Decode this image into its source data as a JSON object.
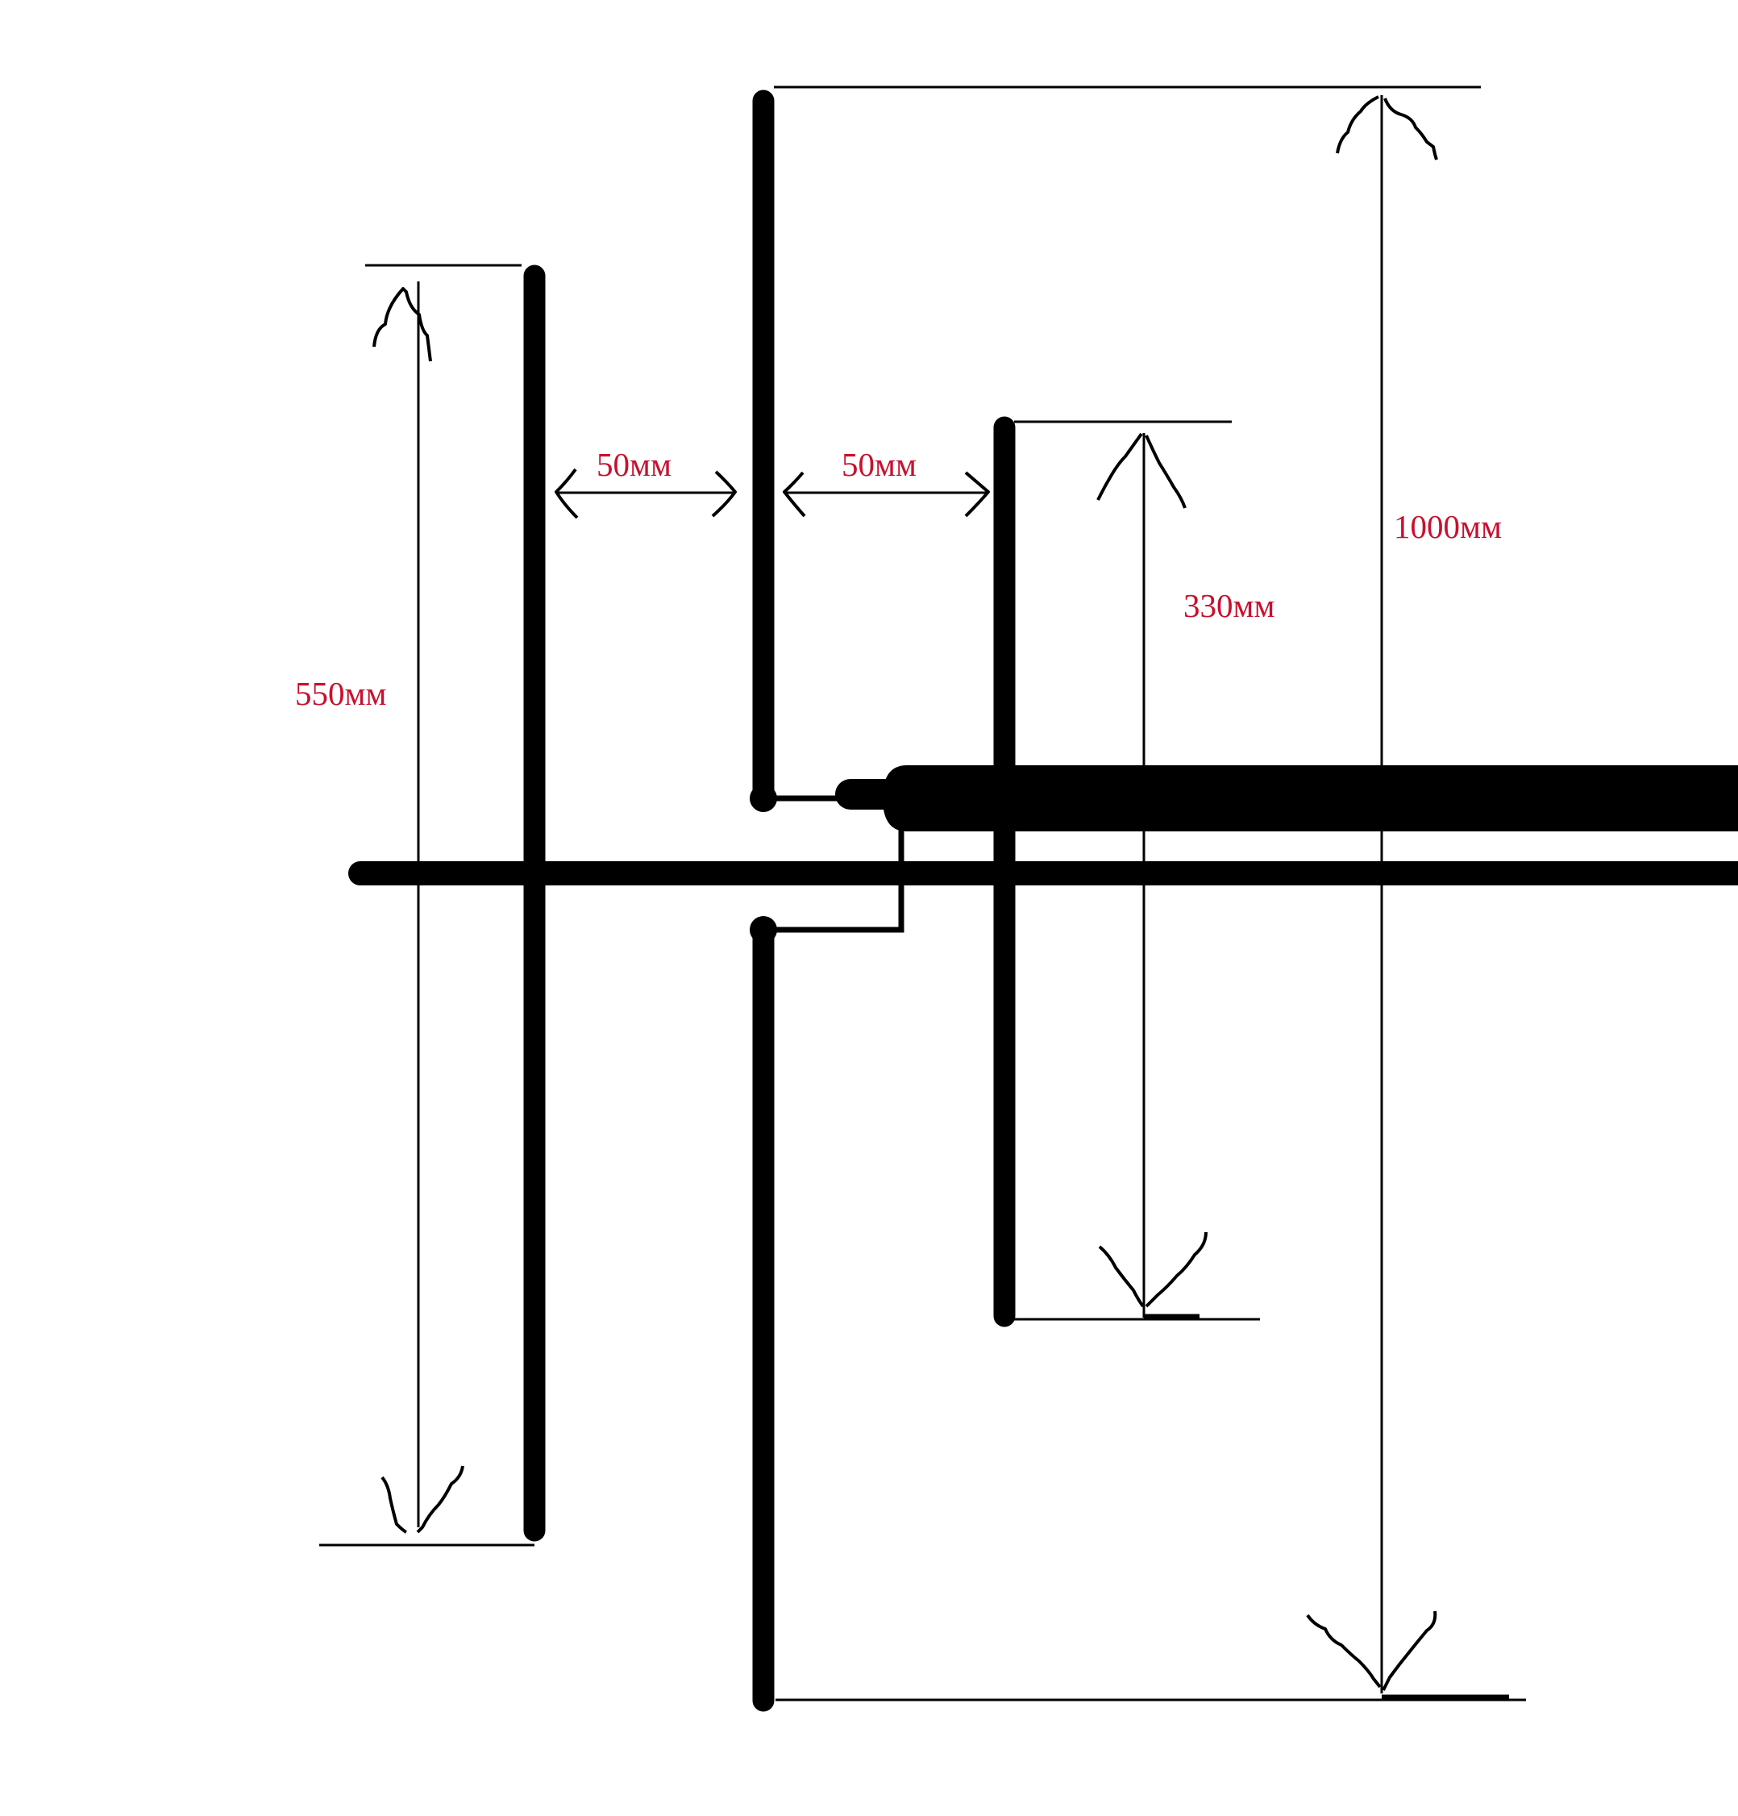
{
  "diagram": {
    "accent_color": "#c8102e",
    "line_color": "#000000",
    "labels": {
      "gap_left": "50мм",
      "gap_right": "50мм",
      "reflector_length": "550мм",
      "director_length": "330мм",
      "dipole_length": "1000мм"
    }
  }
}
